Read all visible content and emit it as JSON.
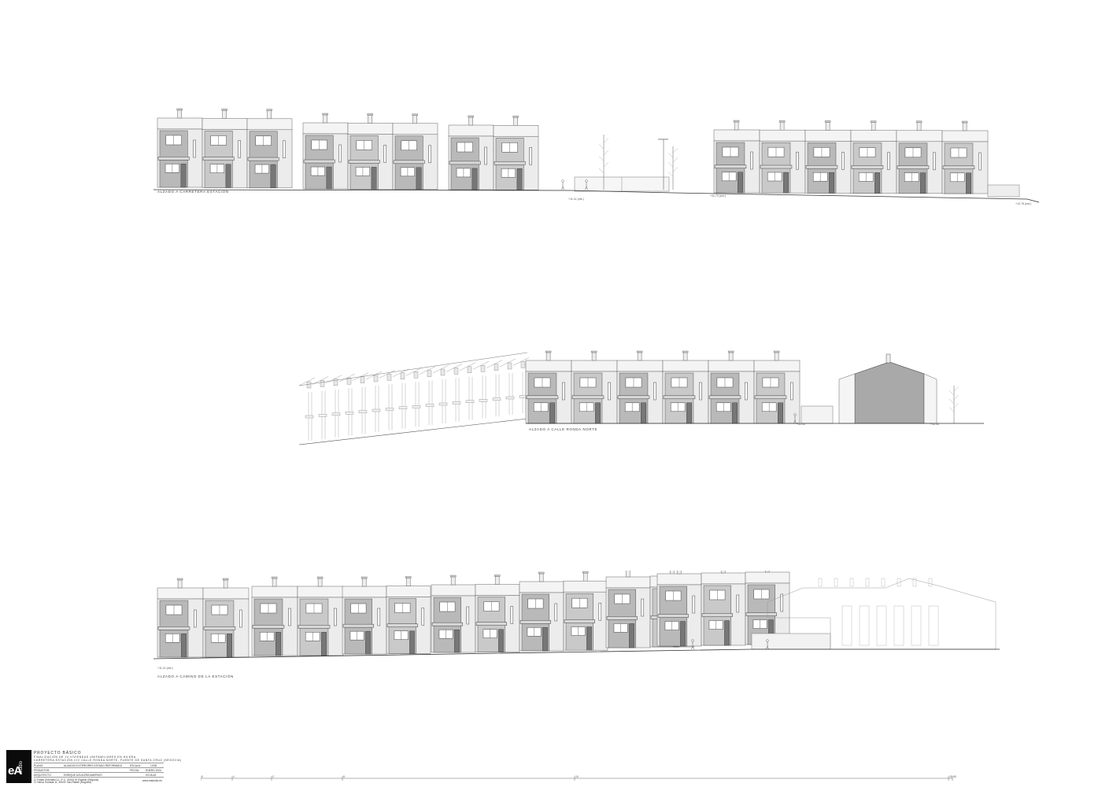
{
  "elevations": [
    {
      "caption": "ALZADO A CARRETERA ESTACIÓN",
      "levels": [
        "+11,11 (est.)",
        "+11,73 (est.)",
        "+12,75 (est.)"
      ]
    },
    {
      "caption": "ALZADO A CALLE RONDA NORTE",
      "levels": [
        "+12,00",
        "+12,30"
      ]
    },
    {
      "caption": "ALZADO A CAMINO DE LA ESTACIÓN",
      "levels": [
        "+11,11 (est.)"
      ]
    }
  ],
  "title_block": {
    "logo_text": "eA",
    "logo_sub": "studio",
    "project_title": "PROYECTO BÁSICO",
    "project_line1": "FINALIZACIÓN DE 24 VIVIENDAS UNIFAMILIARES EN HILERA",
    "project_line2": "CARRETERA ESTACIÓN C/V CALLE RONDA NORTE, FUENTE DE SANTA CRUZ (SEGOVIA)",
    "rows": [
      {
        "label": "PLANO:",
        "value": "ALZADOS EXTERIORES ESTADO REFORMADO",
        "label2": "ESCALA:",
        "value2": "1/150"
      },
      {
        "label": "PROMOTOR:",
        "value": "",
        "label2": "FECHA:",
        "value2": "ENERO 2024"
      },
      {
        "label": "ARQUITECTO:",
        "value": "ENRIQUE AGUILERA MARRIOS",
        "label2": "",
        "value2": "HOJA A3"
      }
    ],
    "address1": "C/ Fidias Gonzalez 11, 2º C, 40001 El Espinar (Segovia)",
    "address2": "C/ Nerva Sonada 11, 40001 San Rafael (Segovia)",
    "web": "www.eastudio.es"
  },
  "scale_ticks": [
    "0",
    "1",
    "2",
    "5",
    "10",
    "20",
    "50"
  ]
}
